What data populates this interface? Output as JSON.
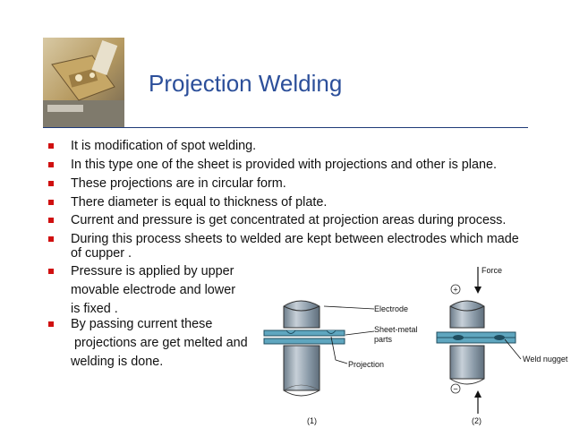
{
  "title": "Projection Welding",
  "bullets": [
    "It is modification of spot welding.",
    "In this type one of the sheet is provided with projections and other is plane.",
    "These projections are in circular form.",
    "There diameter is equal to thickness of plate.",
    "Current and pressure is get concentrated at projection areas during process.",
    "During this process sheets to welded  are kept between electrodes which made",
    "of cupper .",
    "Pressure is applied by upper",
    "movable electrode  and lower",
    "is fixed .",
    "By passing current these",
    " projections are get melted and",
    "welding is done."
  ],
  "diagram": {
    "force": "Force",
    "electrode": "Electrode",
    "sheet_metal_1": "Sheet-metal",
    "sheet_metal_2": "parts",
    "projection": "Projection",
    "weld_nugget": "Weld nugget",
    "plus": "+",
    "minus": "−",
    "caption_1": "(1)",
    "caption_2": "(2)"
  },
  "colors": {
    "title": "#2c4f9a",
    "bullet": "#d01010",
    "electrode": "#8a9aa8",
    "sheet": "#5fa6bf"
  }
}
